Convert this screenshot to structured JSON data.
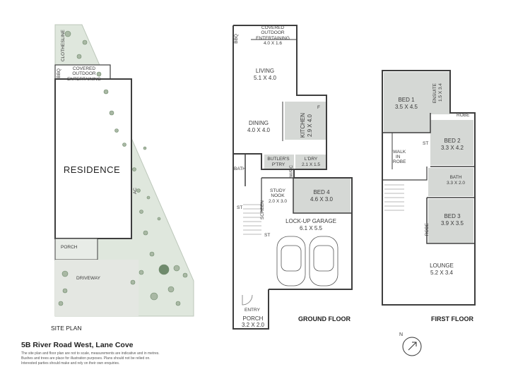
{
  "colors": {
    "room_fill": "#d5d8d5",
    "wall": "#3e3e3e",
    "garden": "#dfe7dd",
    "tree": "#a9b8a4",
    "tree_dark": "#6f8a6c"
  },
  "site_plan": {
    "title": "SITE PLAN",
    "residence": "RESIDENCE",
    "porch": "PORCH",
    "driveway": "DRIVEWAY",
    "covered_outdoor": "COVERED OUTDOOR ENTERTAINING",
    "bbq": "BBQ",
    "clothesline": "CLOTHESLINE",
    "ac": "AC"
  },
  "ground_floor": {
    "title": "GROUND FLOOR",
    "covered_outdoor": {
      "name": "COVERED OUTDOOR ENTERTAINING",
      "size": "4.0 X 1.6"
    },
    "living": {
      "name": "LIVING",
      "size": "5.1 X 4.0"
    },
    "dining": {
      "name": "DINING",
      "size": "4.0 X 4.0"
    },
    "kitchen": {
      "name": "KITCHEN",
      "size": "2.9 X 4.0"
    },
    "butlers": {
      "name": "BUTLER'S",
      "name2": "P'TRY"
    },
    "laundry": {
      "name": "L'DRY",
      "size": "2.1 X 1.5"
    },
    "bath": "BATH",
    "study": {
      "name": "STUDY NOOK",
      "size": "2.0 X 3.0"
    },
    "bed4": {
      "name": "BED 4",
      "size": "4.6 X 3.0"
    },
    "garage": {
      "name": "LOCK-UP GARAGE",
      "size": "6.1 X 5.5"
    },
    "porch": {
      "name": "PORCH",
      "size": "3.2 X 2.0"
    },
    "entry": "ENTRY",
    "screen": "SCREEN",
    "st": "ST",
    "bbq": "BBQ",
    "f": "F",
    "wpc": "W/PC"
  },
  "first_floor": {
    "title": "FIRST FLOOR",
    "bed1": {
      "name": "BED 1",
      "size": "3.5 X 4.5"
    },
    "ensuite": {
      "name": "ENSUITE",
      "size": "1.5 X 3.4"
    },
    "bed2": {
      "name": "BED 2",
      "size": "3.3 X 4.2"
    },
    "bed3": {
      "name": "BED 3",
      "size": "3.9 X 3.5"
    },
    "bath": {
      "name": "BATH",
      "size": "3.3 X 2.0"
    },
    "walkin": {
      "line1": "WALK",
      "line2": "IN",
      "line3": "ROBE"
    },
    "lounge": {
      "name": "LOUNGE",
      "size": "5.2 X 3.4"
    },
    "robe": "ROBE",
    "st": "ST"
  },
  "compass": "N",
  "footer": {
    "address": "5B River Road West, Lane Cove",
    "note1": "The site plan and floor plan are not to scale, measurements are indicative and in metres.",
    "note2": "Bushes and trees are place for illustration purposes. Plans should not be relied on.",
    "note3": "Interested parties should make and rely on their own enquiries."
  }
}
